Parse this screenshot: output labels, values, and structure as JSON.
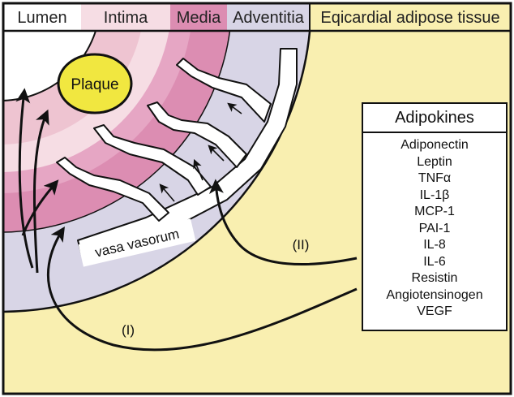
{
  "colors": {
    "background": "#f9efb0",
    "lumen": "#ffffff",
    "intima": "#f6dde4",
    "media": "#dc8db2",
    "adventitia": "#d8d5e6",
    "plaque_fill": "#f1e740",
    "outline": "#111111"
  },
  "header": {
    "lumen": "Lumen",
    "intima": "Intima",
    "media": "Media",
    "adventitia": "Adventitia",
    "epicardial": "Eqicardial adipose tissue"
  },
  "plaque": "Plaque",
  "vasa_vasorum": "vasa vasorum",
  "pathways": {
    "one": "(I)",
    "two": "(II)"
  },
  "adipokines": {
    "title": "Adipokines",
    "items": [
      "Adiponectin",
      "Leptin",
      "TNFα",
      "IL-1β",
      "MCP-1",
      "PAI-1",
      "IL-8",
      "IL-6",
      "Resistin",
      "Angiotensinogen",
      "VEGF"
    ]
  }
}
